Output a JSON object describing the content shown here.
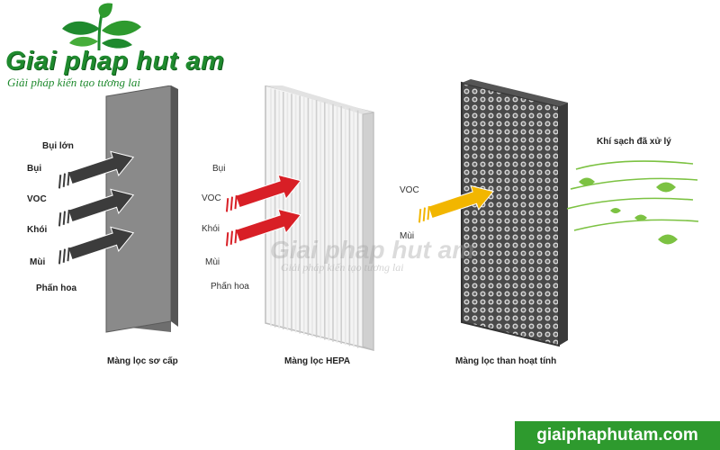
{
  "brand": {
    "name": "Giai phap hut am",
    "tagline": "Giải pháp kiến tạo tương lai",
    "website": "giaiphaphutam.com",
    "color": "#2e9a2e"
  },
  "filters": [
    {
      "caption": "Màng lọc sơ cấp",
      "labels": [
        "Bụi lớn",
        "Bụi",
        "VOC",
        "Khói",
        "Mùi",
        "Phấn hoa"
      ],
      "arrow_color": "#3c3c3c",
      "panel_color": "#8a8a8a"
    },
    {
      "caption": "Màng lọc HEPA",
      "labels": [
        "Bụi",
        "VOC",
        "Khói",
        "Mùi",
        "Phấn hoa"
      ],
      "arrow_color": "#d81f26",
      "panel_color": "#f2f2f2"
    },
    {
      "caption": "Màng lọc than hoạt tính",
      "labels": [
        "VOC",
        "Mùi"
      ],
      "arrow_color": "#f2b600",
      "panel_color": "#555555"
    }
  ],
  "output": {
    "label": "Khí sạch đã xử lý",
    "color": "#7cc242"
  }
}
